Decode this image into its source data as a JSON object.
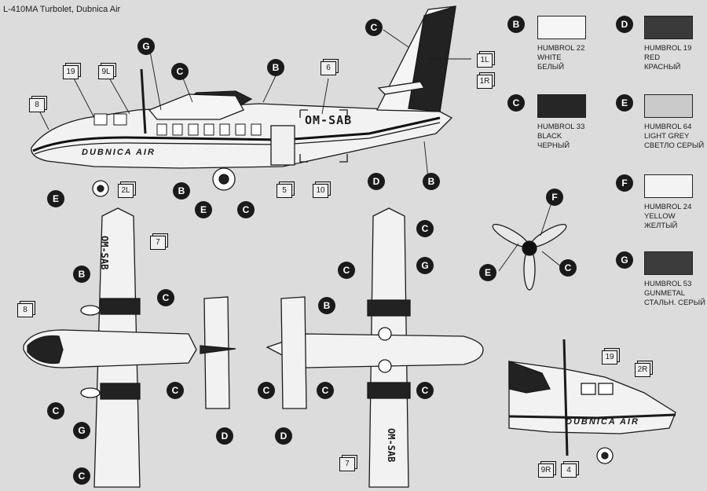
{
  "title": "L-410MA Turbolet, Dubnica Air",
  "registration": "OM-SAB",
  "livery": "DUBNICA AIR",
  "colors": [
    {
      "letter": "B",
      "name": "HUMBROL 22",
      "en": "WHITE",
      "ru": "БЕЛЫЙ",
      "hex": "#f6f6f6"
    },
    {
      "letter": "D",
      "name": "HUMBROL 19",
      "en": "RED",
      "ru": "КРАСНЫЙ",
      "hex": "#3a3a3a"
    },
    {
      "letter": "C",
      "name": "HUMBROL 33",
      "en": "BLACK",
      "ru": "ЧЕРНЫЙ",
      "hex": "#262626"
    },
    {
      "letter": "E",
      "name": "HUMBROL 64",
      "en": "LIGHT GREY",
      "ru": "СВЕТЛО СЕРЫЙ",
      "hex": "#cacaca"
    },
    {
      "letter": "F",
      "name": "HUMBROL 24",
      "en": "YELLOW",
      "ru": "ЖЕЛТЫЙ",
      "hex": "#f3f3f3"
    },
    {
      "letter": "G",
      "name": "HUMBROL 53",
      "en": "GUNMETAL",
      "ru": "СТАЛЬН. СЕРЫЙ",
      "hex": "#3c3c3c"
    }
  ],
  "decals": {
    "d19": "19",
    "d9L": "9L",
    "d8": "8",
    "d6": "6",
    "d1L": "1L",
    "d1R": "1R",
    "d2L": "2L",
    "d5": "5",
    "d10": "10",
    "d7": "7",
    "d2R": "2R",
    "d9R": "9R",
    "d4": "4"
  },
  "callouts": {
    "B": "B",
    "C": "C",
    "D": "D",
    "E": "E",
    "F": "F",
    "G": "G"
  }
}
